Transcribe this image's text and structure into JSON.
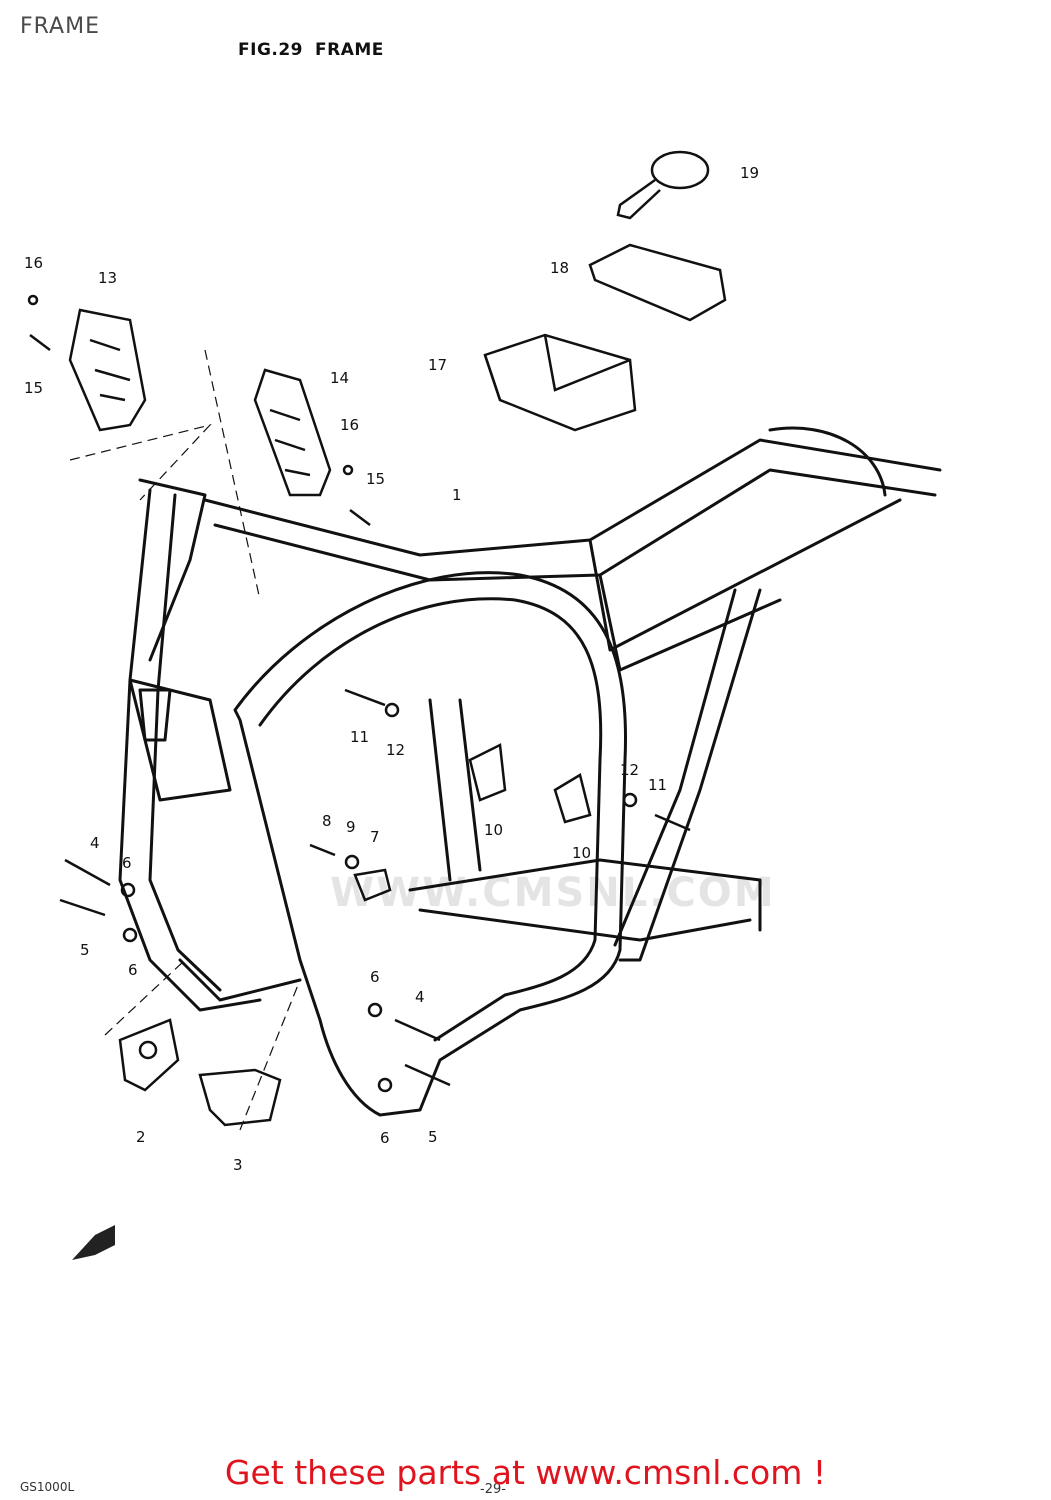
{
  "page": {
    "label": "FRAME",
    "figure_number": "FIG.29",
    "figure_title": "FRAME",
    "page_code": "GS1000L",
    "page_number": "-29-"
  },
  "callouts": [
    "1",
    "2",
    "3",
    "4",
    "5",
    "6",
    "7",
    "8",
    "9",
    "10",
    "11",
    "12",
    "13",
    "14",
    "15",
    "16",
    "17",
    "18",
    "19"
  ],
  "watermark": "WWW.CMSNL.COM",
  "footer": {
    "link_text": "Get these parts at www.cmsnl.com !",
    "link_color": "#e0141e"
  }
}
